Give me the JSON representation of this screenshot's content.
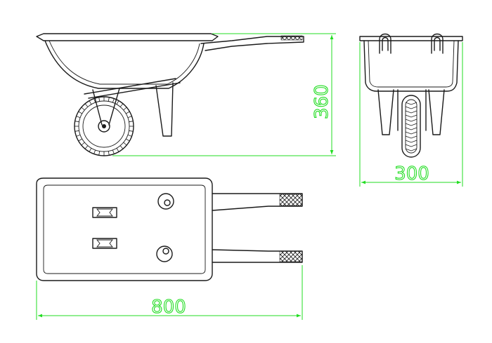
{
  "dimensions": {
    "height_label": "360",
    "width_label": "300",
    "length_label": "800"
  },
  "colors": {
    "outline": "#1a1a1a",
    "dimension": "#22dd22",
    "background": "#ffffff"
  }
}
